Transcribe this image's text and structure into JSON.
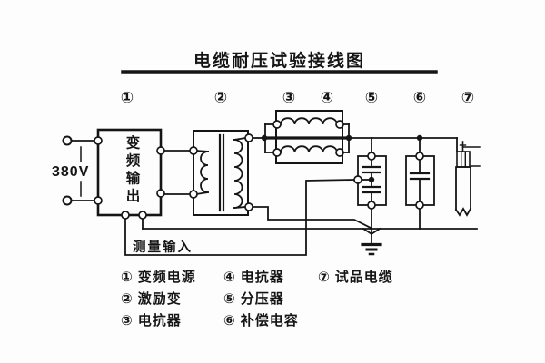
{
  "title": "电缆耐压试验接线图",
  "sequence_numbers": [
    "①",
    "②",
    "③",
    "④",
    "⑤",
    "⑥",
    "⑦"
  ],
  "source": {
    "voltage_label": "380V"
  },
  "converter_box_label": "变频输出",
  "measurement_label": "测量输入",
  "legend": {
    "items": [
      {
        "num": "①",
        "label": "变频电源"
      },
      {
        "num": "②",
        "label": "激励变"
      },
      {
        "num": "③",
        "label": "电抗器"
      },
      {
        "num": "④",
        "label": "电抗器"
      },
      {
        "num": "⑤",
        "label": "分压器"
      },
      {
        "num": "⑥",
        "label": "补偿电容"
      },
      {
        "num": "⑦",
        "label": "试品电缆"
      }
    ]
  },
  "colors": {
    "ink": "#151515",
    "background": "#fdfdfd"
  }
}
